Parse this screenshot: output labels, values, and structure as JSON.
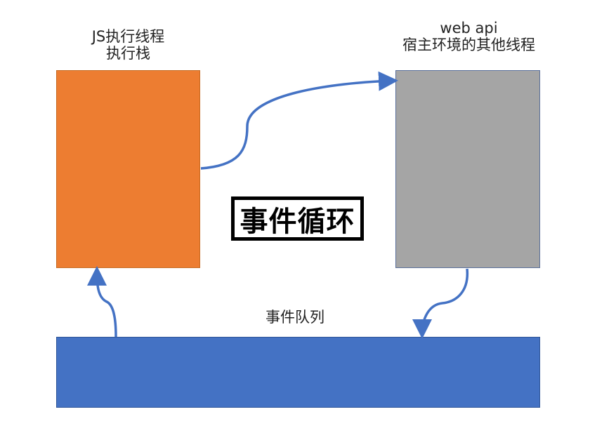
{
  "colors": {
    "js_box": "#ed7d31",
    "web_box": "#a5a5a5",
    "queue_box": "#4472c4",
    "arrow": "#4472c4"
  },
  "labels": {
    "js_line1": "JS执行线程",
    "js_line2": "执行栈",
    "web_line1": "web api",
    "web_line2": "宿主环境的其他线程",
    "queue": "事件队列",
    "title": "事件循环"
  }
}
